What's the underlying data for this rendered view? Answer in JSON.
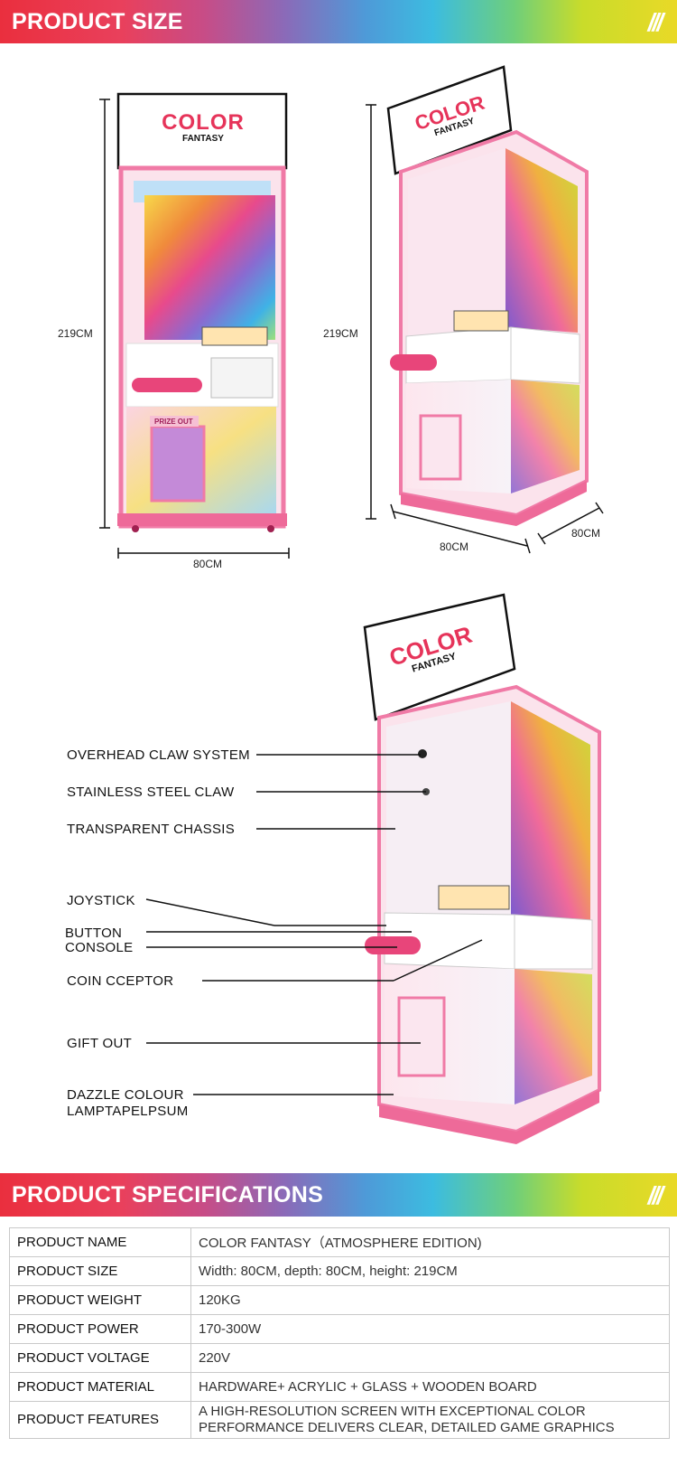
{
  "header": {
    "title": "PRODUCT SIZE",
    "mark": "///"
  },
  "logo": {
    "line1": "COLOR",
    "line2": "FANTASY"
  },
  "machine": {
    "prize_out": "PRIZE OUT"
  },
  "dimensions": {
    "front_height": "219CM",
    "front_width": "80CM",
    "side_height": "219CM",
    "side_width": "80CM",
    "side_depth": "80CM"
  },
  "callouts": [
    "OVERHEAD CLAW SYSTEM",
    "STAINLESS STEEL CLAW",
    "TRANSPARENT CHASSIS",
    "JOYSTICK",
    "BUTTON",
    "CONSOLE",
    "COIN CCEPTOR",
    "GIFT OUT",
    "DAZZLE COLOUR",
    "LAMPTAPELPSUM"
  ],
  "specs_header": {
    "title": "PRODUCT SPECIFICATIONS",
    "mark": "///"
  },
  "specs": [
    {
      "key": "PRODUCT NAME",
      "value": "COLOR FANTASY（ATMOSPHERE EDITION)"
    },
    {
      "key": "PRODUCT SIZE",
      "value": "Width: 80CM, depth: 80CM, height: 219CM"
    },
    {
      "key": "PRODUCT WEIGHT",
      "value": "120KG"
    },
    {
      "key": "PRODUCT POWER",
      "value": "170-300W"
    },
    {
      "key": "PRODUCT VOLTAGE",
      "value": "220V"
    },
    {
      "key": "PRODUCT MATERIAL",
      "value": "HARDWARE+ ACRYLIC + GLASS + WOODEN BOARD"
    },
    {
      "key": "PRODUCT FEATURES",
      "value": "A HIGH-RESOLUTION SCREEN WITH EXCEPTIONAL COLOR PERFORMANCE DELIVERS CLEAR, DETAILED GAME GRAPHICS"
    }
  ]
}
